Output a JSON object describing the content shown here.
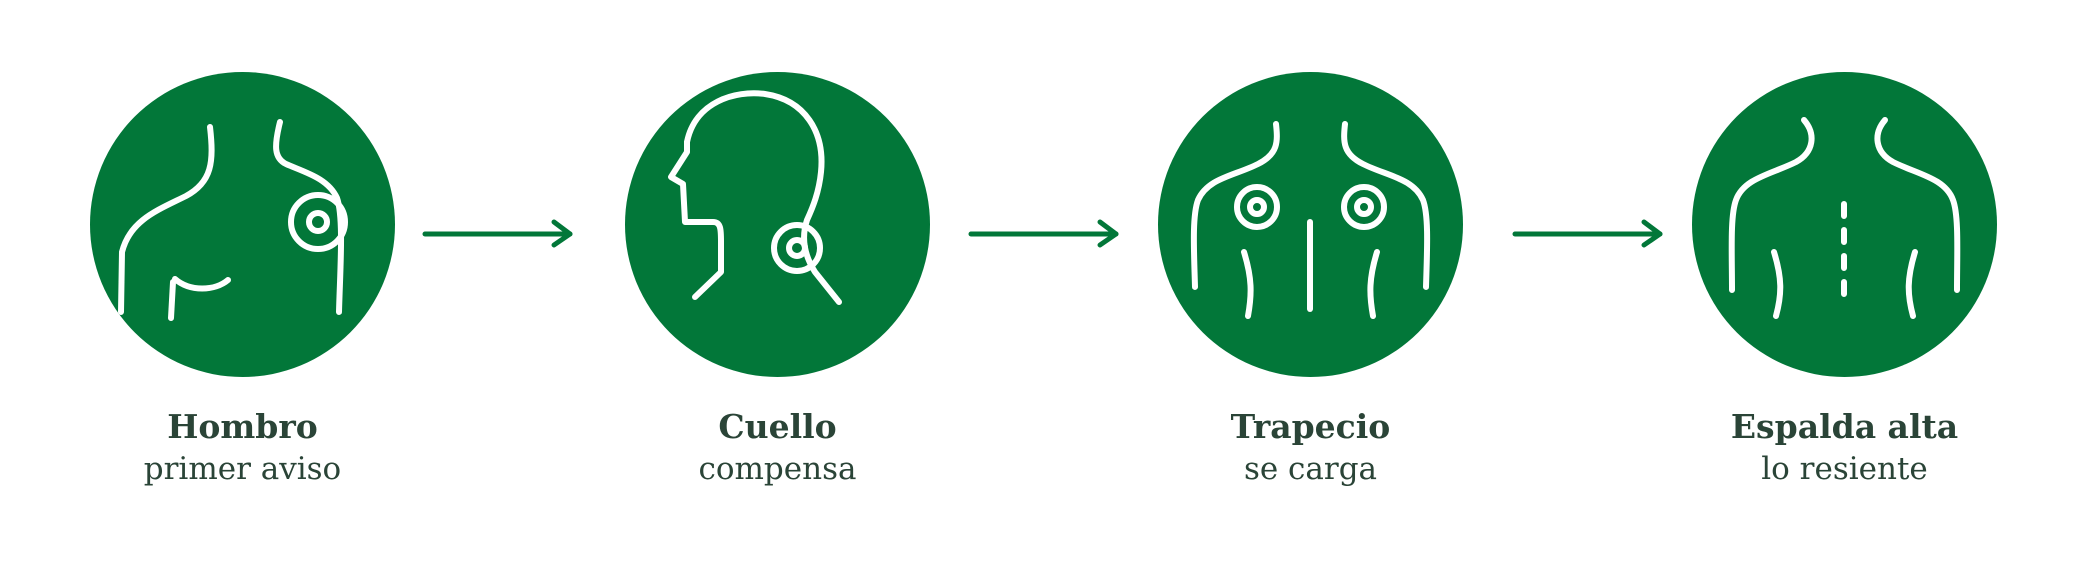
{
  "steps": [
    {
      "title": "Hombro",
      "subtitle": "primer aviso",
      "icon": "shoulder-icon"
    },
    {
      "title": "Cuello",
      "subtitle": "compensa",
      "icon": "neck-icon"
    },
    {
      "title": "Trapecio",
      "subtitle": "se carga",
      "icon": "trapezius-icon"
    },
    {
      "title": "Espalda alta",
      "subtitle": "lo resiente",
      "icon": "upper-back-icon"
    }
  ],
  "colors": {
    "accent": "#027739",
    "text": "#2a4437",
    "background": "#ffffff"
  }
}
